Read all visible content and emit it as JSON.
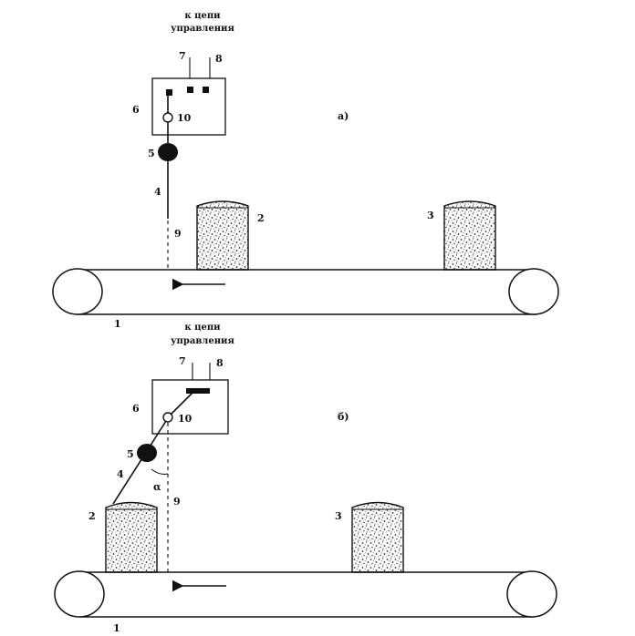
{
  "caption_top": [
    "к цепи",
    "управления"
  ],
  "labels": {
    "n1": "1",
    "n2": "2",
    "n3": "3",
    "n4": "4",
    "n5": "5",
    "n6": "6",
    "n7": "7",
    "n8": "8",
    "n9": "9",
    "n10": "10",
    "alpha": "α"
  },
  "panel_a": {
    "tag": "а)"
  },
  "panel_b": {
    "tag": "б)"
  },
  "colors": {
    "ink": "#111111",
    "speckle": "#555555",
    "background": "#ffffff"
  }
}
